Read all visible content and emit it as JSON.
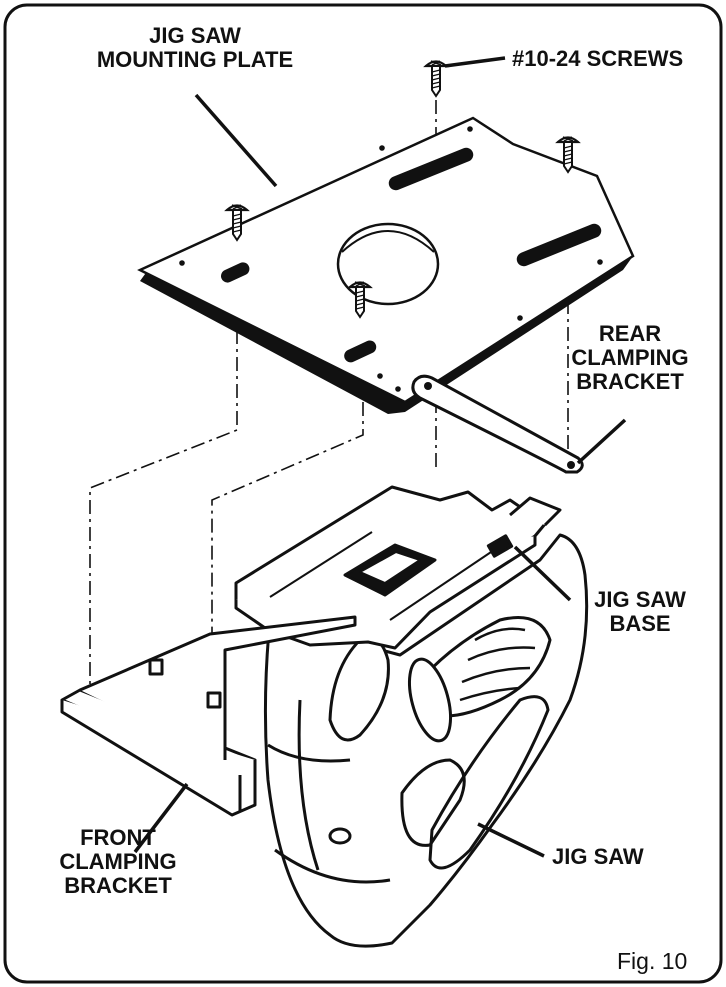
{
  "labels": {
    "mounting_plate": [
      "JIG SAW",
      "MOUNTING PLATE"
    ],
    "screws": "#10-24 SCREWS",
    "rear_bracket": [
      "REAR",
      "CLAMPING",
      "BRACKET"
    ],
    "jig_saw_base": [
      "JIG SAW",
      "BASE"
    ],
    "front_bracket": [
      "FRONT",
      "CLAMPING",
      "BRACKET"
    ],
    "jig_saw": "JIG SAW"
  },
  "figure_number": "Fig. 10",
  "colors": {
    "ink": "#111111",
    "paper": "#ffffff"
  }
}
